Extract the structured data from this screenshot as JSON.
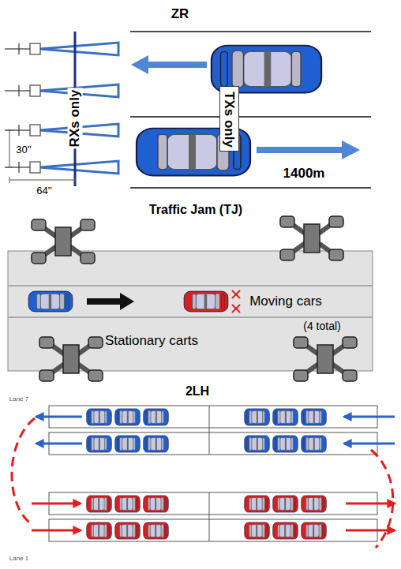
{
  "diagram": {
    "nodes": [
      {
        "text": [
          "TXs only"
        ]
      }
    ],
    "labels": [
      "ZR",
      "RXs only",
      "30''",
      "64''",
      "1400m",
      "Traffic Jam (TJ)",
      "Moving cars",
      "(4 total)",
      "Stationary carts",
      "2LH",
      "Lane 7",
      "Lane 1"
    ]
  }
}
